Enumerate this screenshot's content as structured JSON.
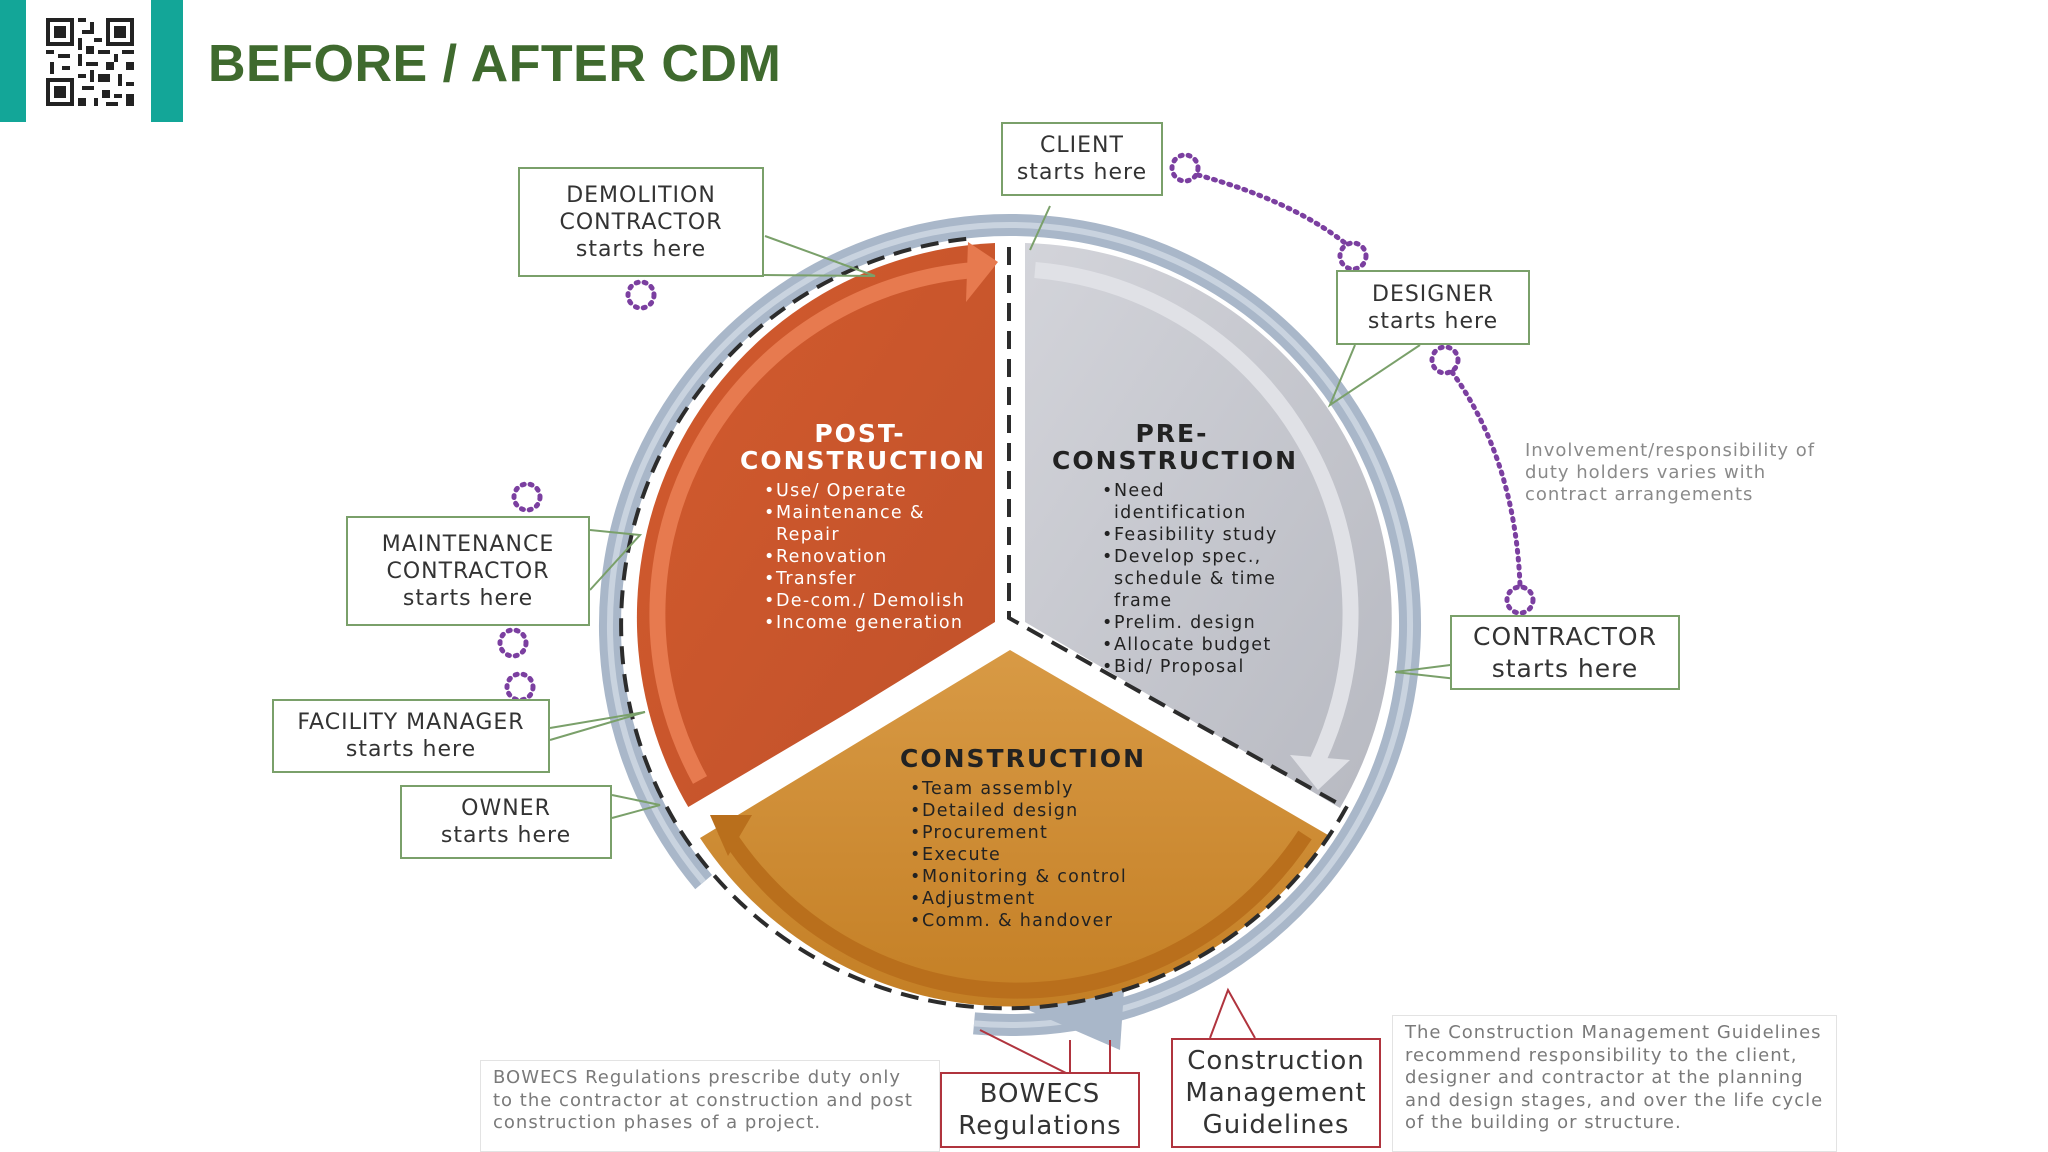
{
  "header": {
    "title": "BEFORE / AFTER CDM"
  },
  "colors": {
    "teal": "#13a698",
    "title_green": "#3f6a2e",
    "post_construction": "#c8552c",
    "pre_construction": "#c4c5cc",
    "construction": "#cf8a2e",
    "ring": "#a9b7c9",
    "role_border": "#7aa06a",
    "regulation_border": "#b0343e",
    "connector_dots": "#7b3fa0"
  },
  "roles": {
    "client": {
      "line1": "CLIENT",
      "line2": "starts here"
    },
    "demolition": {
      "line1": "DEMOLITION",
      "line2": "CONTRACTOR",
      "line3": "starts here"
    },
    "designer": {
      "line1": "DESIGNER",
      "line2": "starts here"
    },
    "maintenance": {
      "line1": "MAINTENANCE",
      "line2": "CONTRACTOR",
      "line3": "starts here"
    },
    "facility_manager": {
      "line1": "FACILITY MANAGER",
      "line2": "starts here"
    },
    "owner": {
      "line1": "OWNER",
      "line2": "starts here"
    },
    "contractor": {
      "line1": "CONTRACTOR",
      "line2": "starts here"
    }
  },
  "phases": {
    "post": {
      "title1": "POST-",
      "title2": "CONSTRUCTION",
      "items": [
        "Use/ Operate",
        "Maintenance &",
        "Repair",
        "Renovation",
        "Transfer",
        "De-com./ Demolish",
        "Income generation"
      ]
    },
    "pre": {
      "title1": "PRE-",
      "title2": "CONSTRUCTION",
      "items": [
        "Need",
        "identification",
        "Feasibility study",
        "Develop spec.,",
        "schedule & time",
        "frame",
        "Prelim. design",
        "Allocate budget",
        "Bid/ Proposal"
      ]
    },
    "construction": {
      "title": "CONSTRUCTION",
      "items": [
        "Team assembly",
        "Detailed design",
        "Procurement",
        "Execute",
        "Monitoring & control",
        "Adjustment",
        "Comm. & handover"
      ]
    }
  },
  "notes": {
    "involvement": [
      "Involvement/responsibility of",
      "duty holders varies with",
      "contract arrangements"
    ],
    "bowecs": [
      "BOWECS Regulations prescribe duty only",
      "to the contractor at construction and post",
      "construction phases of a project."
    ],
    "cmg": [
      "The Construction Management Guidelines",
      "recommend responsibility to the client,",
      "designer and contractor at the planning",
      "and design stages, and over the life cycle",
      "of the building  or structure."
    ]
  },
  "regulations": {
    "bowecs": {
      "line1": "BOWECS",
      "line2": "Regulations"
    },
    "cmg": {
      "line1": "Construction",
      "line2": "Management",
      "line3": "Guidelines"
    }
  }
}
